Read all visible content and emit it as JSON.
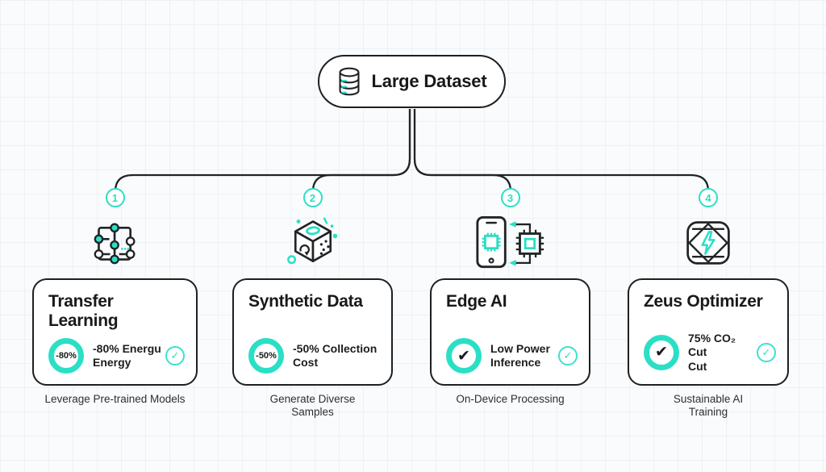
{
  "colors": {
    "accent_teal": "#2BDFC6",
    "line_dark": "#212425",
    "card_border": "#1d1f21",
    "text_dark": "#17191a",
    "caption_gray": "#2c2f31",
    "background": "#fafbfc",
    "grid_line": "#dee6ee"
  },
  "root": {
    "label": "Large Dataset",
    "icon": "database-icon"
  },
  "branches": [
    {
      "number": "1",
      "icon": "network-nodes-icon",
      "title_lines": [
        "Transfer",
        "Learning"
      ],
      "badge_label": "-80%",
      "benefit_lines": [
        "-80% Energu",
        "Energy"
      ],
      "check_label": "✓",
      "caption_lines": [
        "Leverage Pre-trained Models",
        ""
      ]
    },
    {
      "number": "2",
      "icon": "synthetic-data-cube-icon",
      "title_lines": [
        "Synthetic Data",
        ""
      ],
      "badge_label": "-50%",
      "benefit_lines": [
        "-50% Collection",
        "Cost"
      ],
      "caption_lines": [
        "Generate Diverse",
        "Samples"
      ]
    },
    {
      "number": "3",
      "icon": "edge-ai-devices-icon",
      "title_lines": [
        "Edge AI",
        ""
      ],
      "badge_label": "✔",
      "benefit_lines": [
        "Low Power",
        "Inference"
      ],
      "check_label": "✓",
      "caption_lines": [
        "On-Device Processing",
        ""
      ]
    },
    {
      "number": "4",
      "icon": "zeus-lightning-icon",
      "title_lines": [
        "Zeus Optimizer",
        ""
      ],
      "badge_label": "✔",
      "benefit_lines": [
        "75% CO₂ Cut",
        "Cut"
      ],
      "check_label": "✓",
      "caption_lines": [
        "Sustainable AI",
        "Training"
      ]
    }
  ]
}
